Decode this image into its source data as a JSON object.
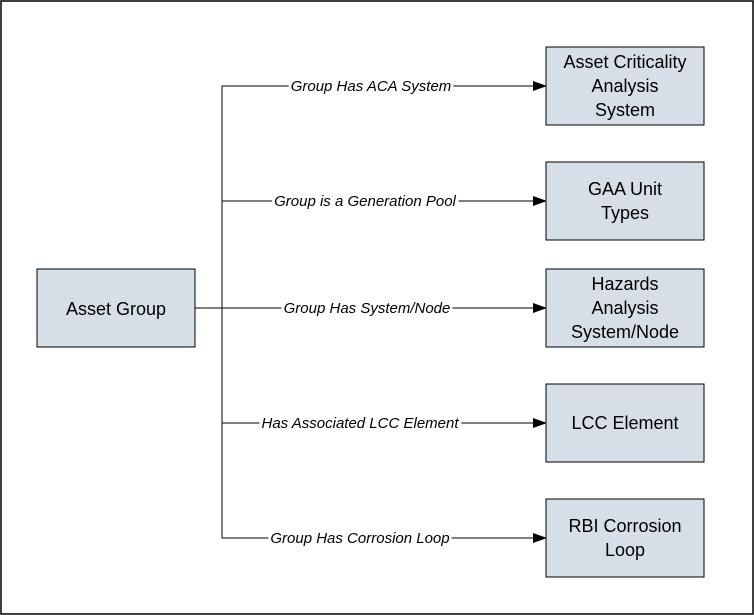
{
  "source": {
    "label": "Asset Group"
  },
  "targets": [
    {
      "id": "aca",
      "label_lines": [
        "Asset Criticality",
        "Analysis",
        "System"
      ],
      "relationship": "Group Has ACA System"
    },
    {
      "id": "gaa",
      "label_lines": [
        "GAA Unit",
        "Types"
      ],
      "relationship": "Group is a Generation Pool"
    },
    {
      "id": "hazards",
      "label_lines": [
        "Hazards",
        "Analysis",
        "System/Node"
      ],
      "relationship": "Group Has System/Node"
    },
    {
      "id": "lcc",
      "label_lines": [
        "LCC Element"
      ],
      "relationship": "Has Associated LCC Element"
    },
    {
      "id": "rbi",
      "label_lines": [
        "RBI Corrosion",
        "Loop"
      ],
      "relationship": "Group Has Corrosion Loop"
    }
  ],
  "colors": {
    "node_fill": "#d6dee8",
    "node_stroke": "#000000",
    "line": "#000000",
    "frame": "#000000"
  }
}
